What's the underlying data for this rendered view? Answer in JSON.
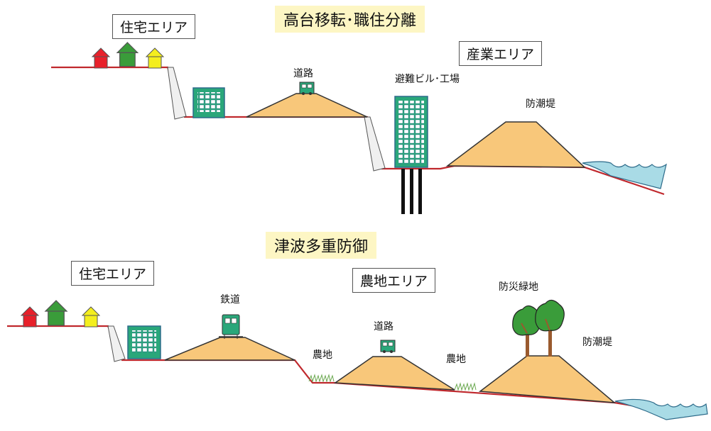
{
  "top": {
    "title": "高台移転･職住分離",
    "zone_residential": "住宅エリア",
    "zone_industrial": "産業エリア",
    "label_road": "道路",
    "label_building": "避難ビル･工場",
    "label_seawall": "防潮堤"
  },
  "bottom": {
    "title": "津波多重防御",
    "zone_residential": "住宅エリア",
    "zone_farmland": "農地エリア",
    "label_railway": "鉄道",
    "label_road": "道路",
    "label_farm_left": "農地",
    "label_farm_right": "農地",
    "label_greenbelt": "防災緑地",
    "label_seawall": "防潮堤"
  },
  "colors": {
    "ground": "#c0282d",
    "embankment": "#f8c77a",
    "sea": "#a9dbe6",
    "building": "#2aa77a",
    "house_red": "#e8202a",
    "house_green": "#3a9c3a",
    "house_yellow": "#f4ee1e"
  }
}
